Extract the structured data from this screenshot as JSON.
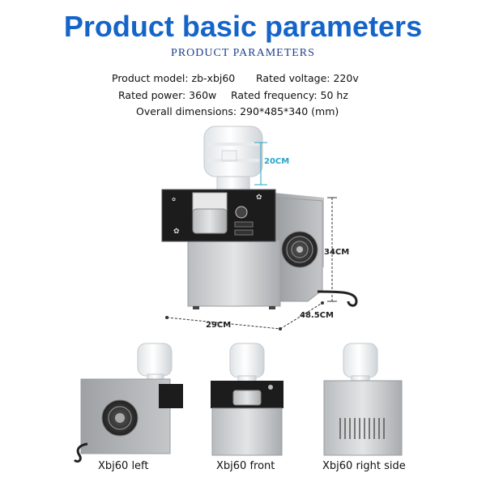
{
  "header": {
    "title": "Product basic parameters",
    "subtitle": "PRODUCT PARAMETERS"
  },
  "specs": {
    "model": "Product model: zb-xbj60",
    "voltage": "Rated voltage: 220v",
    "power": "Rated power: 360w",
    "frequency": "Rated frequency: 50 hz",
    "dimensions": "Overall dimensions: 290*485*340 (mm)"
  },
  "dimensions": {
    "bottle_height": "20CM",
    "height": "34CM",
    "width": "29CM",
    "depth": "48.5CM"
  },
  "views": {
    "left": "Xbj60 left",
    "front": "Xbj60 front",
    "right": "Xbj60 right side"
  },
  "colors": {
    "title": "#1565c9",
    "subtitle": "#1f3f90",
    "dimension_line": "#2aa3c9",
    "steel": "#c9cbcd"
  }
}
